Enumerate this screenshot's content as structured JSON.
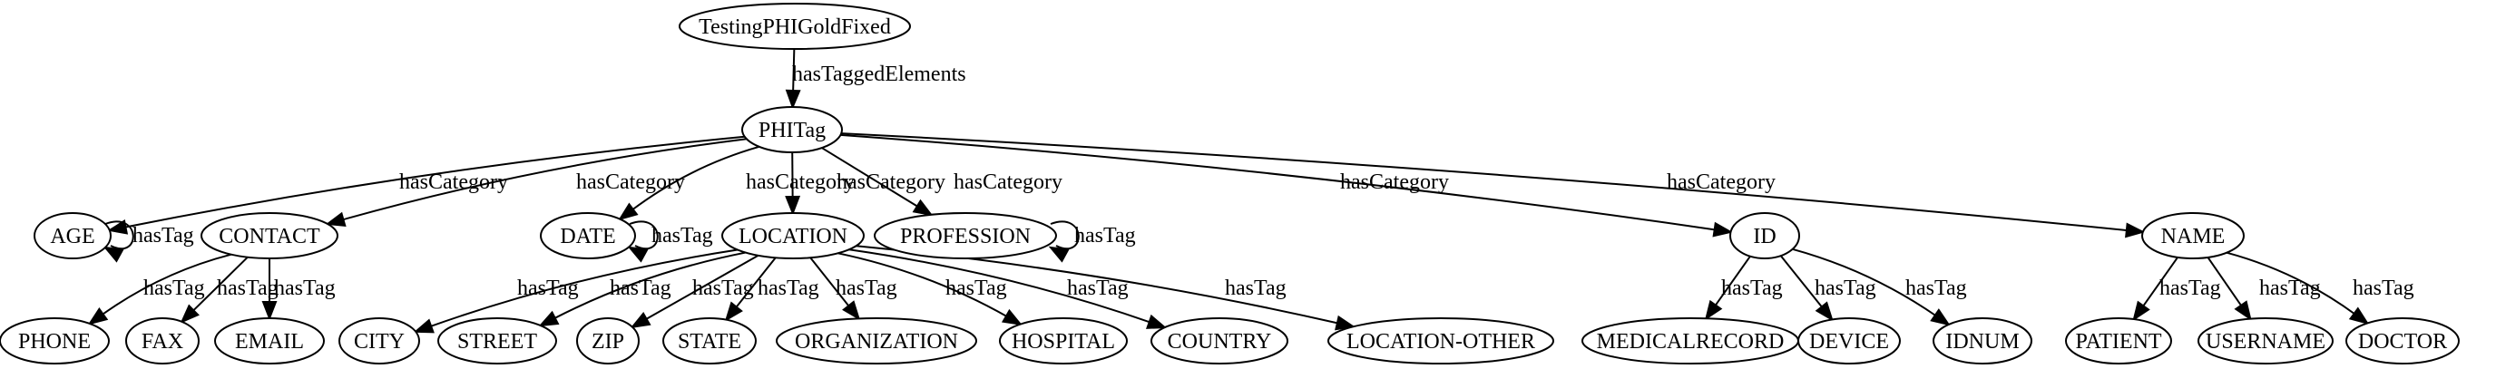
{
  "graph": {
    "nodes": [
      {
        "id": "root",
        "label": "TestingPHIGoldFixed"
      },
      {
        "id": "phitag",
        "label": "PHITag"
      },
      {
        "id": "age",
        "label": "AGE"
      },
      {
        "id": "contact",
        "label": "CONTACT"
      },
      {
        "id": "date",
        "label": "DATE"
      },
      {
        "id": "location",
        "label": "LOCATION"
      },
      {
        "id": "profession",
        "label": "PROFESSION"
      },
      {
        "id": "id",
        "label": "ID"
      },
      {
        "id": "name",
        "label": "NAME"
      },
      {
        "id": "phone",
        "label": "PHONE"
      },
      {
        "id": "fax",
        "label": "FAX"
      },
      {
        "id": "email",
        "label": "EMAIL"
      },
      {
        "id": "city",
        "label": "CITY"
      },
      {
        "id": "street",
        "label": "STREET"
      },
      {
        "id": "zip",
        "label": "ZIP"
      },
      {
        "id": "state",
        "label": "STATE"
      },
      {
        "id": "organization",
        "label": "ORGANIZATION"
      },
      {
        "id": "hospital",
        "label": "HOSPITAL"
      },
      {
        "id": "country",
        "label": "COUNTRY"
      },
      {
        "id": "location-other",
        "label": "LOCATION-OTHER"
      },
      {
        "id": "medicalrecord",
        "label": "MEDICALRECORD"
      },
      {
        "id": "device",
        "label": "DEVICE"
      },
      {
        "id": "idnum",
        "label": "IDNUM"
      },
      {
        "id": "patient",
        "label": "PATIENT"
      },
      {
        "id": "username",
        "label": "USERNAME"
      },
      {
        "id": "doctor",
        "label": "DOCTOR"
      }
    ],
    "edges": [
      {
        "from": "root",
        "to": "phitag",
        "label": "hasTaggedElements"
      },
      {
        "from": "phitag",
        "to": "age",
        "label": "hasCategory"
      },
      {
        "from": "phitag",
        "to": "contact",
        "label": "hasCategory"
      },
      {
        "from": "phitag",
        "to": "date",
        "label": "hasCategory"
      },
      {
        "from": "phitag",
        "to": "location",
        "label": "hasCategory"
      },
      {
        "from": "phitag",
        "to": "profession",
        "label": "hasCategory"
      },
      {
        "from": "phitag",
        "to": "id",
        "label": "hasCategory"
      },
      {
        "from": "phitag",
        "to": "name",
        "label": "hasCategory"
      },
      {
        "from": "age",
        "to": "age",
        "label": "hasTag"
      },
      {
        "from": "date",
        "to": "date",
        "label": "hasTag"
      },
      {
        "from": "profession",
        "to": "profession",
        "label": "hasTag"
      },
      {
        "from": "contact",
        "to": "phone",
        "label": "hasTag"
      },
      {
        "from": "contact",
        "to": "fax",
        "label": "hasTag"
      },
      {
        "from": "contact",
        "to": "email",
        "label": "hasTag"
      },
      {
        "from": "location",
        "to": "city",
        "label": "hasTag"
      },
      {
        "from": "location",
        "to": "street",
        "label": "hasTag"
      },
      {
        "from": "location",
        "to": "zip",
        "label": "hasTag"
      },
      {
        "from": "location",
        "to": "state",
        "label": "hasTag"
      },
      {
        "from": "location",
        "to": "organization",
        "label": "hasTag"
      },
      {
        "from": "location",
        "to": "hospital",
        "label": "hasTag"
      },
      {
        "from": "location",
        "to": "country",
        "label": "hasTag"
      },
      {
        "from": "location",
        "to": "location-other",
        "label": "hasTag"
      },
      {
        "from": "id",
        "to": "medicalrecord",
        "label": "hasTag"
      },
      {
        "from": "id",
        "to": "device",
        "label": "hasTag"
      },
      {
        "from": "id",
        "to": "idnum",
        "label": "hasTag"
      },
      {
        "from": "name",
        "to": "patient",
        "label": "hasTag"
      },
      {
        "from": "name",
        "to": "username",
        "label": "hasTag"
      },
      {
        "from": "name",
        "to": "doctor",
        "label": "hasTag"
      }
    ]
  }
}
